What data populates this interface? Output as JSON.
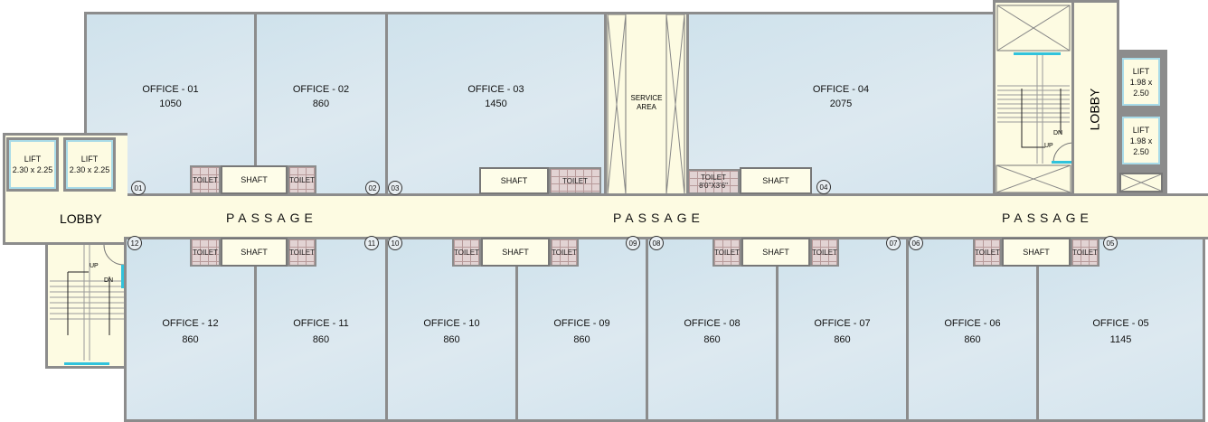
{
  "offices": [
    {
      "name": "OFFICE - 01",
      "area": "1050"
    },
    {
      "name": "OFFICE - 02",
      "area": "860"
    },
    {
      "name": "OFFICE - 03",
      "area": "1450"
    },
    {
      "name": "OFFICE - 04",
      "area": "2075"
    },
    {
      "name": "OFFICE - 05",
      "area": "1145"
    },
    {
      "name": "OFFICE - 06",
      "area": "860"
    },
    {
      "name": "OFFICE - 07",
      "area": "860"
    },
    {
      "name": "OFFICE - 08",
      "area": "860"
    },
    {
      "name": "OFFICE - 09",
      "area": "860"
    },
    {
      "name": "OFFICE - 10",
      "area": "860"
    },
    {
      "name": "OFFICE - 11",
      "area": "860"
    },
    {
      "name": "OFFICE - 12",
      "area": "860"
    }
  ],
  "doors": [
    "01",
    "02",
    "03",
    "04",
    "05",
    "06",
    "07",
    "08",
    "09",
    "10",
    "11",
    "12"
  ],
  "labels": {
    "passage": "PASSAGE",
    "lobby": "LOBBY",
    "shaft": "SHAFT",
    "toilet": "TOILET",
    "toilet_size": "8'0\"X3'6\"",
    "service_area": "SERVICE AREA",
    "up": "UP",
    "dn": "DN",
    "lift": "LIFT"
  },
  "lifts": {
    "left_size": "2.30 x 2.25",
    "right_size": "1.98 x 2.50"
  },
  "colors": {
    "office": "#d5e6ef",
    "passage": "#fdfbe2",
    "wall": "#8c8c8c",
    "toilet": "#e2d3d3",
    "glass": "#31c3dc"
  }
}
